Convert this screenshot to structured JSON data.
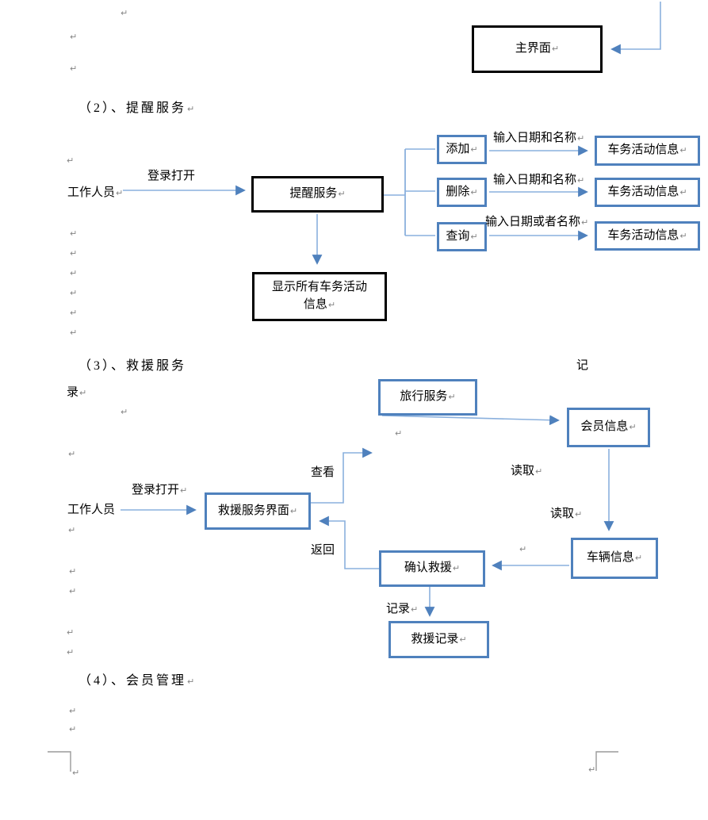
{
  "page": {
    "paragraph_mark": "↵"
  },
  "colors": {
    "box_border_black": "#000000",
    "box_border_blue": "#4f81bd",
    "line_blue": "#8ab0dd",
    "arrow_blue": "#4f81bd",
    "mark_gray": "#858585"
  },
  "main_interface": {
    "box": "主界面"
  },
  "section2": {
    "heading": "（2）、提醒服务",
    "actor": "工作人员",
    "login_label": "登录打开",
    "service_box": "提醒服务",
    "display_box_line1": "显示所有车务活动",
    "display_box_line2": "信息",
    "branches": [
      {
        "action": "添加",
        "input_label": "输入日期和名称",
        "target": "车务活动信息"
      },
      {
        "action": "删除",
        "input_label": "输入日期和名称",
        "target": "车务活动信息"
      },
      {
        "action": "查询",
        "input_label": "输入日期或者名称",
        "target": "车务活动信息"
      }
    ]
  },
  "section3": {
    "heading": "（3）、救援服务",
    "stray_char_right": "记",
    "stray_char_left": "录",
    "travel_box": "旅行服务",
    "member_box": "会员信息",
    "actor": "工作人员",
    "login_label": "登录打开",
    "rescue_ui_box": "救援服务界面",
    "view_label": "查看",
    "return_label": "返回",
    "read_label_1": "读取",
    "read_label_2": "读取",
    "confirm_box": "确认救援",
    "vehicle_box": "车辆信息",
    "record_label": "记录",
    "record_box": "救援记录"
  },
  "section4": {
    "heading": "（4）、会员管理"
  }
}
